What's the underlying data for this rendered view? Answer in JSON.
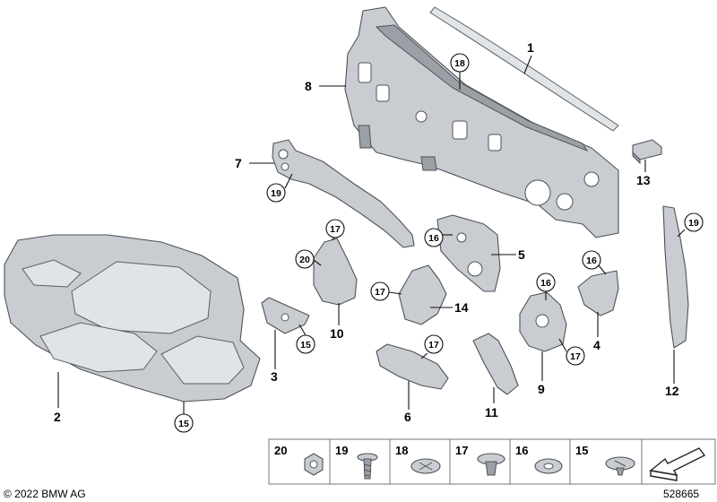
{
  "callouts": [
    "1",
    "2",
    "3",
    "4",
    "5",
    "6",
    "7",
    "8",
    "9",
    "10",
    "11",
    "12",
    "13",
    "14"
  ],
  "circle_labels": [
    "18",
    "19",
    "17",
    "20",
    "16",
    "17",
    "16",
    "16",
    "19",
    "15",
    "17",
    "17",
    "15"
  ],
  "legend_cells": [
    "20",
    "19",
    "18",
    "17",
    "16",
    "15"
  ],
  "copyright": "© 2022 BMW AG",
  "diagram_id": "528665",
  "colors": {
    "part_fill": "#c9cdd2",
    "outline": "#4d5257",
    "line": "#111111"
  }
}
